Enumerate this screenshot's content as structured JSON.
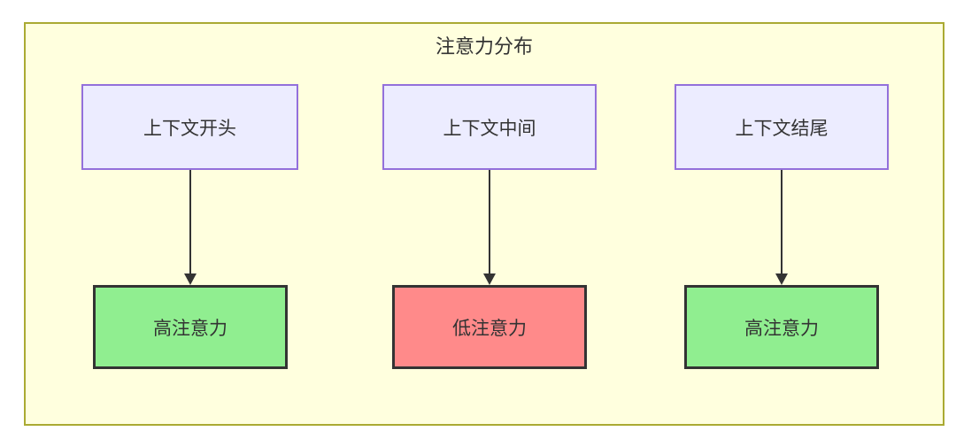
{
  "diagram": {
    "title": "注意力分布",
    "columns": [
      {
        "source": "上下文开头",
        "target": "高注意力",
        "level": "high"
      },
      {
        "source": "上下文中间",
        "target": "低注意力",
        "level": "low"
      },
      {
        "source": "上下文结尾",
        "target": "高注意力",
        "level": "high"
      }
    ],
    "colors": {
      "container_bg": "#ffffde",
      "container_border": "#aaaa33",
      "source_fill": "#ECECFF",
      "source_border": "#9370DB",
      "high_fill": "#90EE90",
      "low_fill": "#FF8A8A",
      "target_border": "#333333",
      "arrow": "#333333",
      "text": "#333333"
    }
  }
}
